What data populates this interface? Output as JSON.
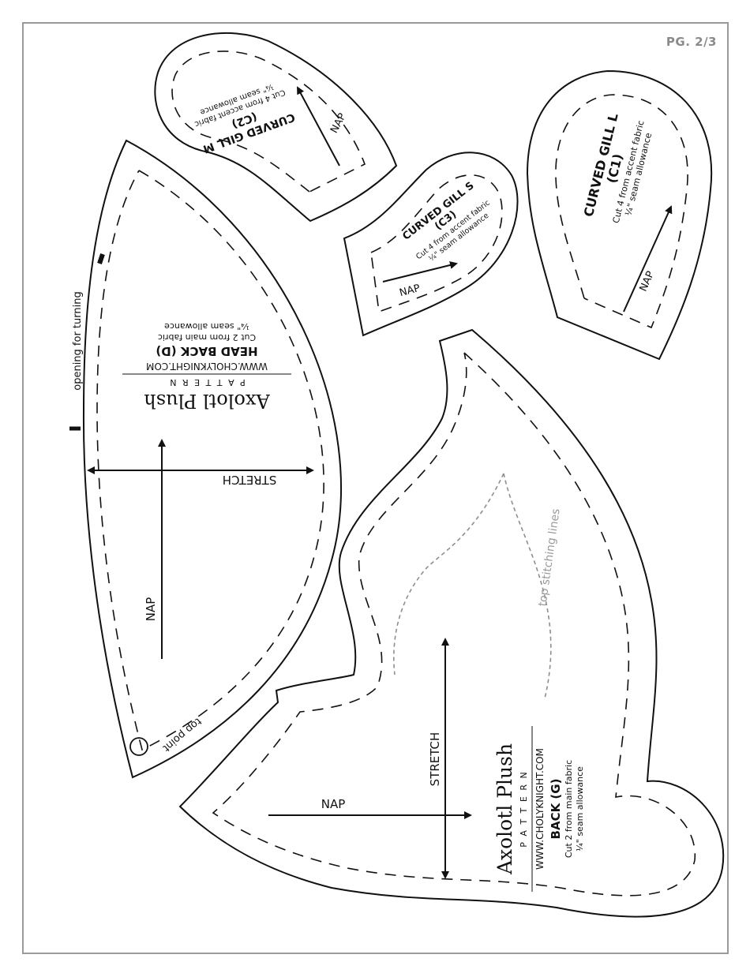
{
  "page": {
    "page_number": "PG. 2/3"
  },
  "head_back": {
    "brand": "Axolotl Plush",
    "pattern_word": "P A T T E R N",
    "website": "WWW.CHOLYKNIGHT.COM",
    "piece_name": "HEAD BACK (D)",
    "cut_instruction": "Cut 2 from main fabric",
    "seam_allowance": "¼\" seam allowance",
    "stretch_label": "STRETCH",
    "nap_label": "NAP",
    "opening_label": "opening for turning",
    "top_point_label": "top point"
  },
  "gill_m": {
    "piece_name": "CURVED GILL M",
    "piece_code": "(C2)",
    "cut_instruction": "Cut 4 from accent fabric",
    "seam_allowance": "¼\" seam allowance",
    "nap_label": "NAP"
  },
  "gill_s": {
    "piece_name": "CURVED GILL S",
    "piece_code": "(C3)",
    "cut_instruction": "Cut 4 from accent fabric",
    "seam_allowance": "¼\" seam allowance",
    "nap_label": "NAP"
  },
  "gill_l": {
    "piece_name": "CURVED GILL L",
    "piece_code": "(C1)",
    "cut_instruction": "Cut 4 from accent fabric",
    "seam_allowance": "¼\" seam allowance",
    "nap_label": "NAP"
  },
  "back": {
    "brand": "Axolotl Plush",
    "pattern_word": "P A T T E R N",
    "website": "WWW.CHOLYKNIGHT.COM",
    "piece_name": "BACK (G)",
    "cut_instruction": "Cut 2 from main fabric",
    "seam_allowance": "¼\" seam allowance",
    "stretch_label": "STRETCH",
    "nap_label": "NAP",
    "topstitch_label": "top stitching lines"
  }
}
